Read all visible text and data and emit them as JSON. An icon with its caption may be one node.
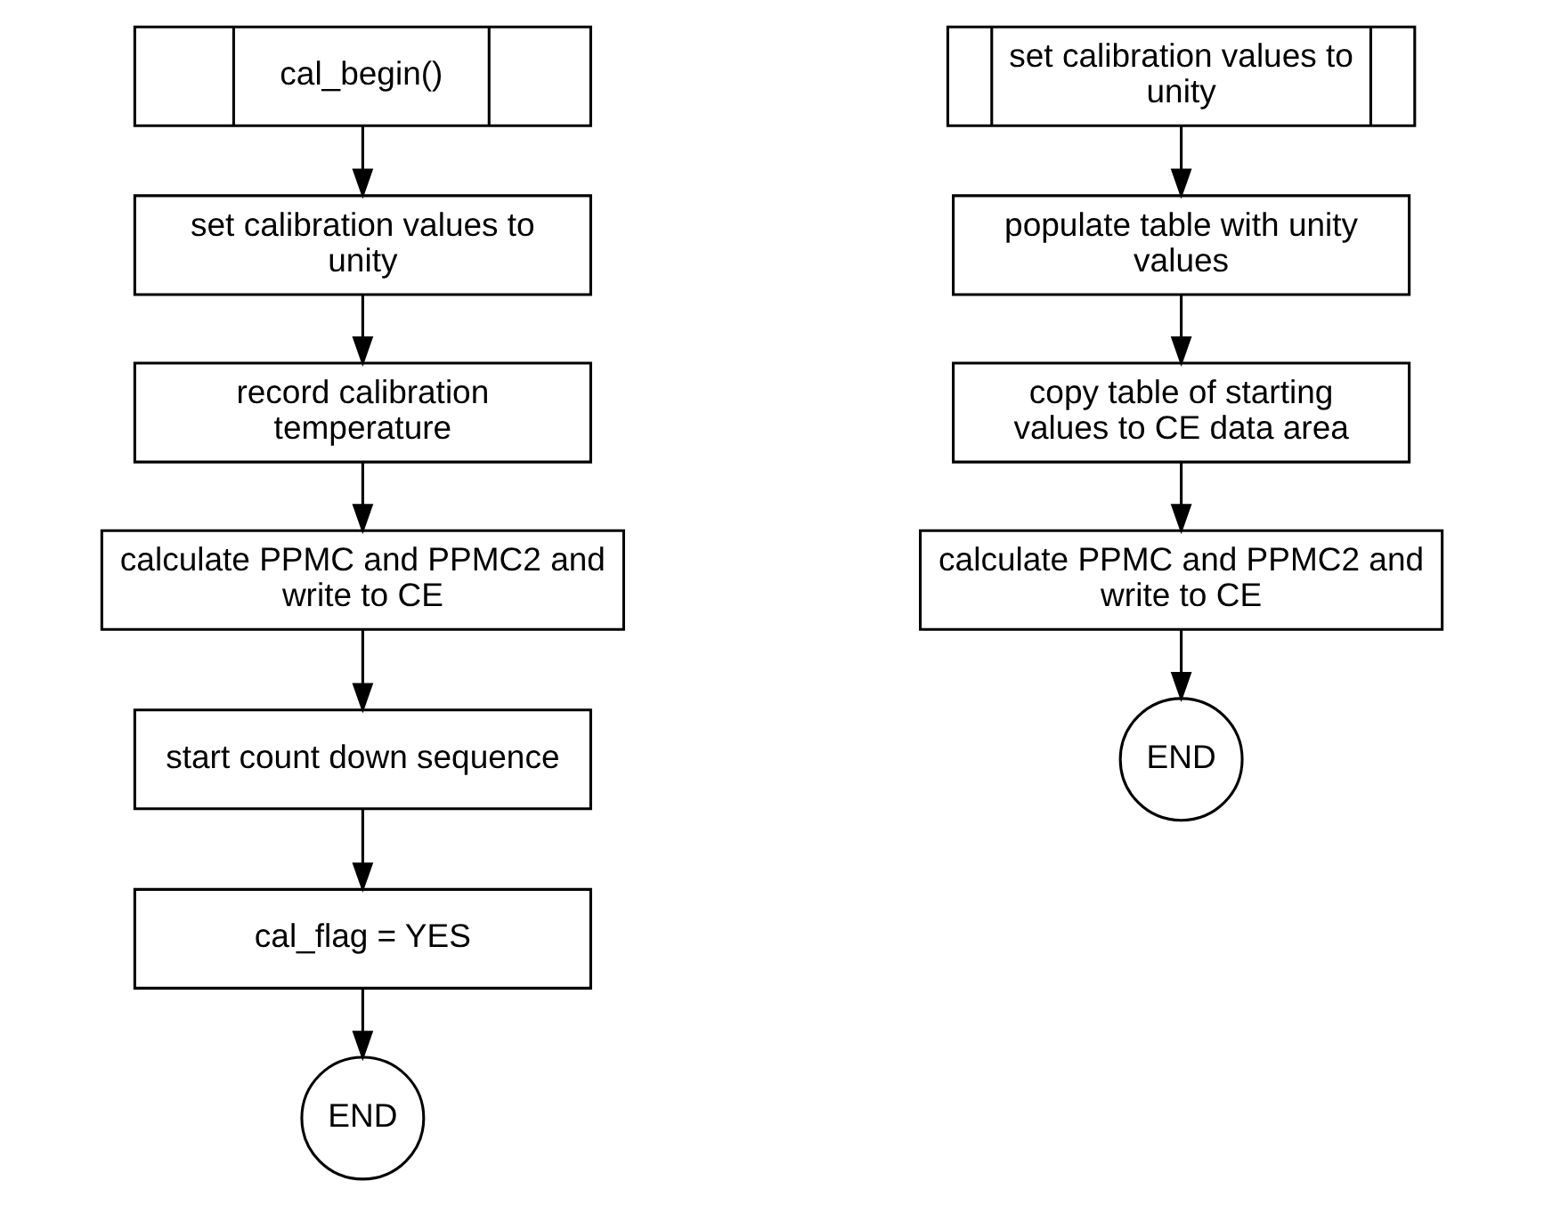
{
  "diagram": {
    "nodes": [
      {
        "text": [
          "cal_begin()"
        ]
      },
      {
        "text": [
          "set calibration values to unity"
        ]
      },
      {
        "text": [
          "record calibration temperature"
        ]
      },
      {
        "text": [
          "calculate PPMC and PPMC2 and write to CE"
        ]
      },
      {
        "text": [
          "start count down sequence"
        ]
      },
      {
        "text": [
          "cal_flag = YES"
        ]
      },
      {
        "text": [
          "END"
        ]
      },
      {
        "text": [
          "set calibration values to unity"
        ]
      },
      {
        "text": [
          "populate table with unity values"
        ]
      },
      {
        "text": [
          "copy table of starting values to CE data area"
        ]
      },
      {
        "text": [
          "calculate PPMC and PPMC2 and write to CE"
        ]
      },
      {
        "text": [
          "END"
        ]
      }
    ],
    "edges": [
      {
        "from": 0,
        "to": 1,
        "arrow": "to"
      },
      {
        "from": 1,
        "to": 2,
        "arrow": "to"
      },
      {
        "from": 2,
        "to": 3,
        "arrow": "to"
      },
      {
        "from": 3,
        "to": 4,
        "arrow": "to"
      },
      {
        "from": 4,
        "to": 5,
        "arrow": "to"
      },
      {
        "from": 5,
        "to": 6,
        "arrow": "to"
      },
      {
        "from": 7,
        "to": 8,
        "arrow": "to"
      },
      {
        "from": 8,
        "to": 9,
        "arrow": "to"
      },
      {
        "from": 9,
        "to": 10,
        "arrow": "to"
      },
      {
        "from": 10,
        "to": 11,
        "arrow": "to"
      }
    ]
  }
}
